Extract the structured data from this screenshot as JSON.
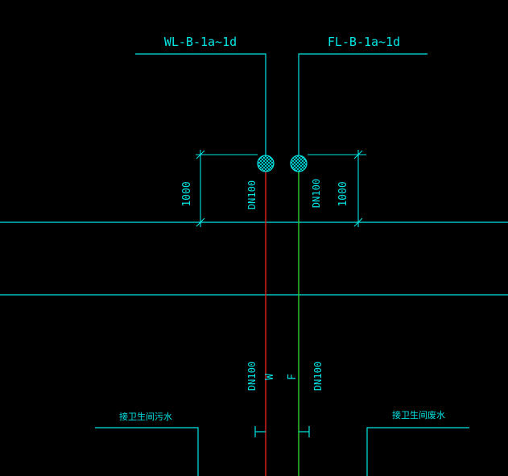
{
  "labels": {
    "left_pipe_id": "WL-B-1a~1d",
    "right_pipe_id": "FL-B-1a~1d",
    "dim_left": "1000",
    "dim_right": "1000",
    "dn_left_upper": "DN100",
    "dn_right_upper": "DN100",
    "dn_left_lower": "DN100",
    "dn_right_lower": "DN100",
    "pipe_code_left": "W",
    "pipe_code_right": "F",
    "bottom_left_note": "接卫生间污水",
    "bottom_right_note": "接卫生间废水"
  },
  "colors": {
    "annotation": "#00e5e5",
    "waste_pipe": "#e02020",
    "drain_pipe": "#30d030",
    "background": "#000000"
  }
}
